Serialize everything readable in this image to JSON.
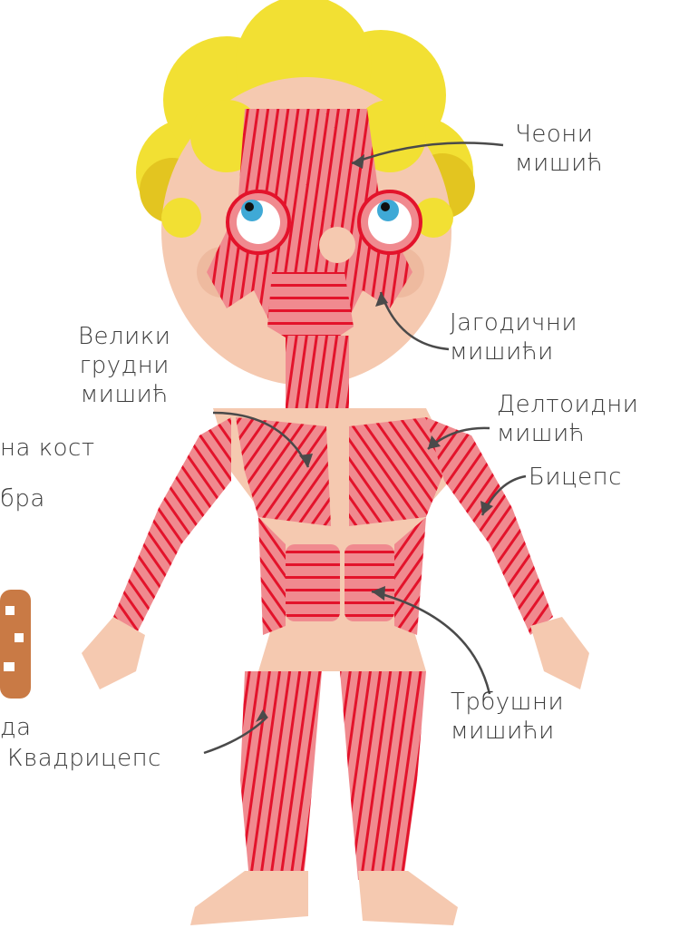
{
  "labels": {
    "frontal": "Чеони\nмишић",
    "zygomatic": "Јагодични\nмишићи",
    "pectoral": "Велики\nгрудни\nмишић",
    "deltoid": "Делтоидни\nмишић",
    "biceps": "Бицепс",
    "abdominal": "Трбушни\nмишићи",
    "quadriceps": "Квадрицепс",
    "cut_bone": "на кост",
    "cut_rib": "бра",
    "cut_bottom": "да"
  },
  "colors": {
    "hair": "#f2e033",
    "hair_shade": "#e3c520",
    "skin": "#f5c9b0",
    "skin_shade": "#eab095",
    "muscle": "#f08a8f",
    "muscle_line": "#e3132b",
    "eye_white": "#ffffff",
    "iris": "#3fa9d6",
    "leader": "#4a4a4a",
    "bone": "#c97a45"
  }
}
